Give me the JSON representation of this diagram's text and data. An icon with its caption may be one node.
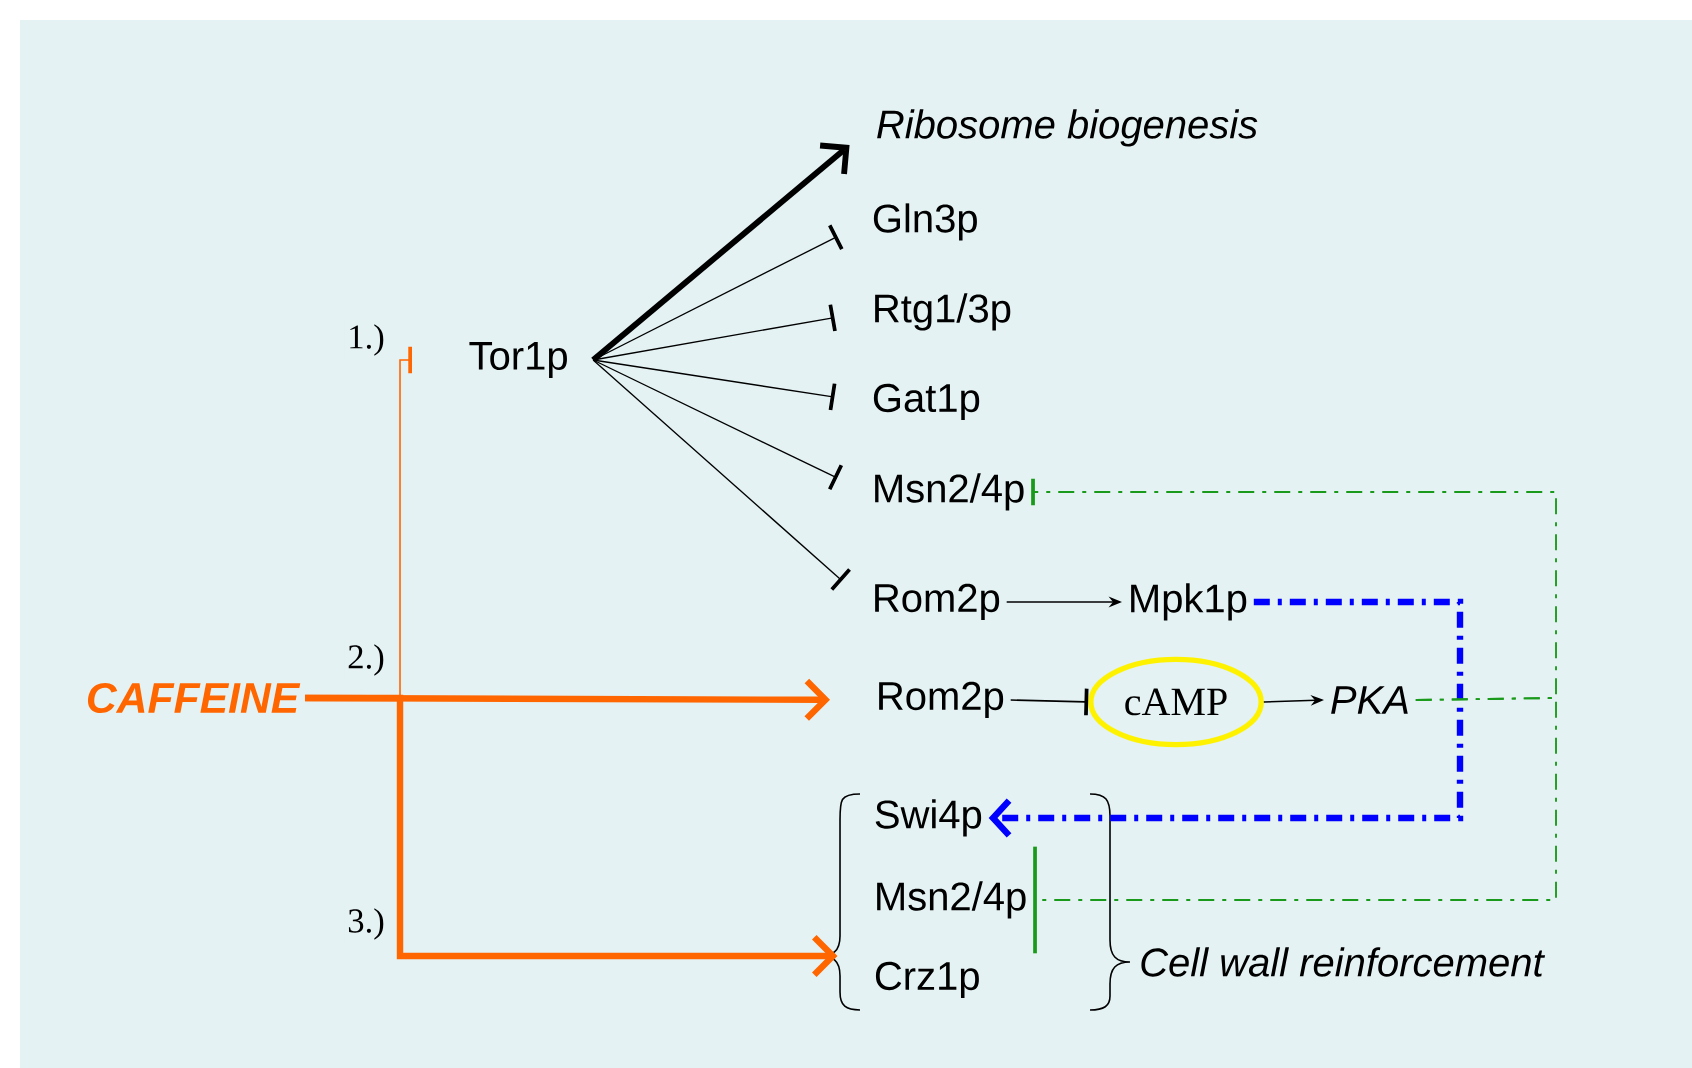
{
  "diagram": {
    "nodes": [
      {
        "text": [
          "CAFFEINE"
        ]
      },
      {
        "text": [
          "Tor1p"
        ]
      },
      {
        "text": [
          "Ribosome biogenesis"
        ]
      },
      {
        "text": [
          "Gln3p"
        ]
      },
      {
        "text": [
          "Rtg1/3p"
        ]
      },
      {
        "text": [
          "Gat1p"
        ]
      },
      {
        "text": [
          "Msn2/4p"
        ]
      },
      {
        "text": [
          "Rom2p"
        ]
      },
      {
        "text": [
          "Mpk1p"
        ]
      },
      {
        "text": [
          "Rom2p"
        ]
      },
      {
        "text": [
          "cAMP"
        ]
      },
      {
        "text": [
          "PKA"
        ]
      },
      {
        "text": [
          "Cell wall reinforcement"
        ]
      },
      {
        "text": [
          "Swi4p"
        ],
        "in": 12
      },
      {
        "text": [
          "Msn2/4p"
        ],
        "in": 12
      },
      {
        "text": [
          "Crz1p"
        ],
        "in": 12
      }
    ],
    "edges": [
      {
        "from": 0,
        "to": 1,
        "arrow": "other",
        "label": "1.)",
        "color": "#ff6600"
      },
      {
        "from": 0,
        "to": 9,
        "arrow": "to",
        "label": "2.)",
        "style": "thick",
        "color": "#ff6600"
      },
      {
        "from": 0,
        "to": 12,
        "arrow": "to",
        "label": "3.)",
        "style": "thick",
        "color": "#ff6600"
      },
      {
        "from": 1,
        "to": 2,
        "arrow": "to",
        "style": "thick"
      },
      {
        "from": 1,
        "to": 3,
        "arrow": "other"
      },
      {
        "from": 1,
        "to": 4,
        "arrow": "other"
      },
      {
        "from": 1,
        "to": 5,
        "arrow": "other"
      },
      {
        "from": 1,
        "to": 6,
        "arrow": "other"
      },
      {
        "from": 1,
        "to": 7,
        "arrow": "other"
      },
      {
        "from": 7,
        "to": 8,
        "arrow": "to"
      },
      {
        "from": 9,
        "to": 10,
        "arrow": "other"
      },
      {
        "from": 10,
        "to": 11,
        "arrow": "to"
      },
      {
        "from": 8,
        "to": 13,
        "arrow": "to",
        "style": "dashed",
        "color": "#0000ff"
      },
      {
        "from": 11,
        "to": 6,
        "arrow": "other",
        "style": "dashed",
        "color": "#1a9a1a"
      },
      {
        "from": 11,
        "to": 14,
        "arrow": "other",
        "style": "dashed",
        "color": "#1a9a1a"
      }
    ]
  }
}
